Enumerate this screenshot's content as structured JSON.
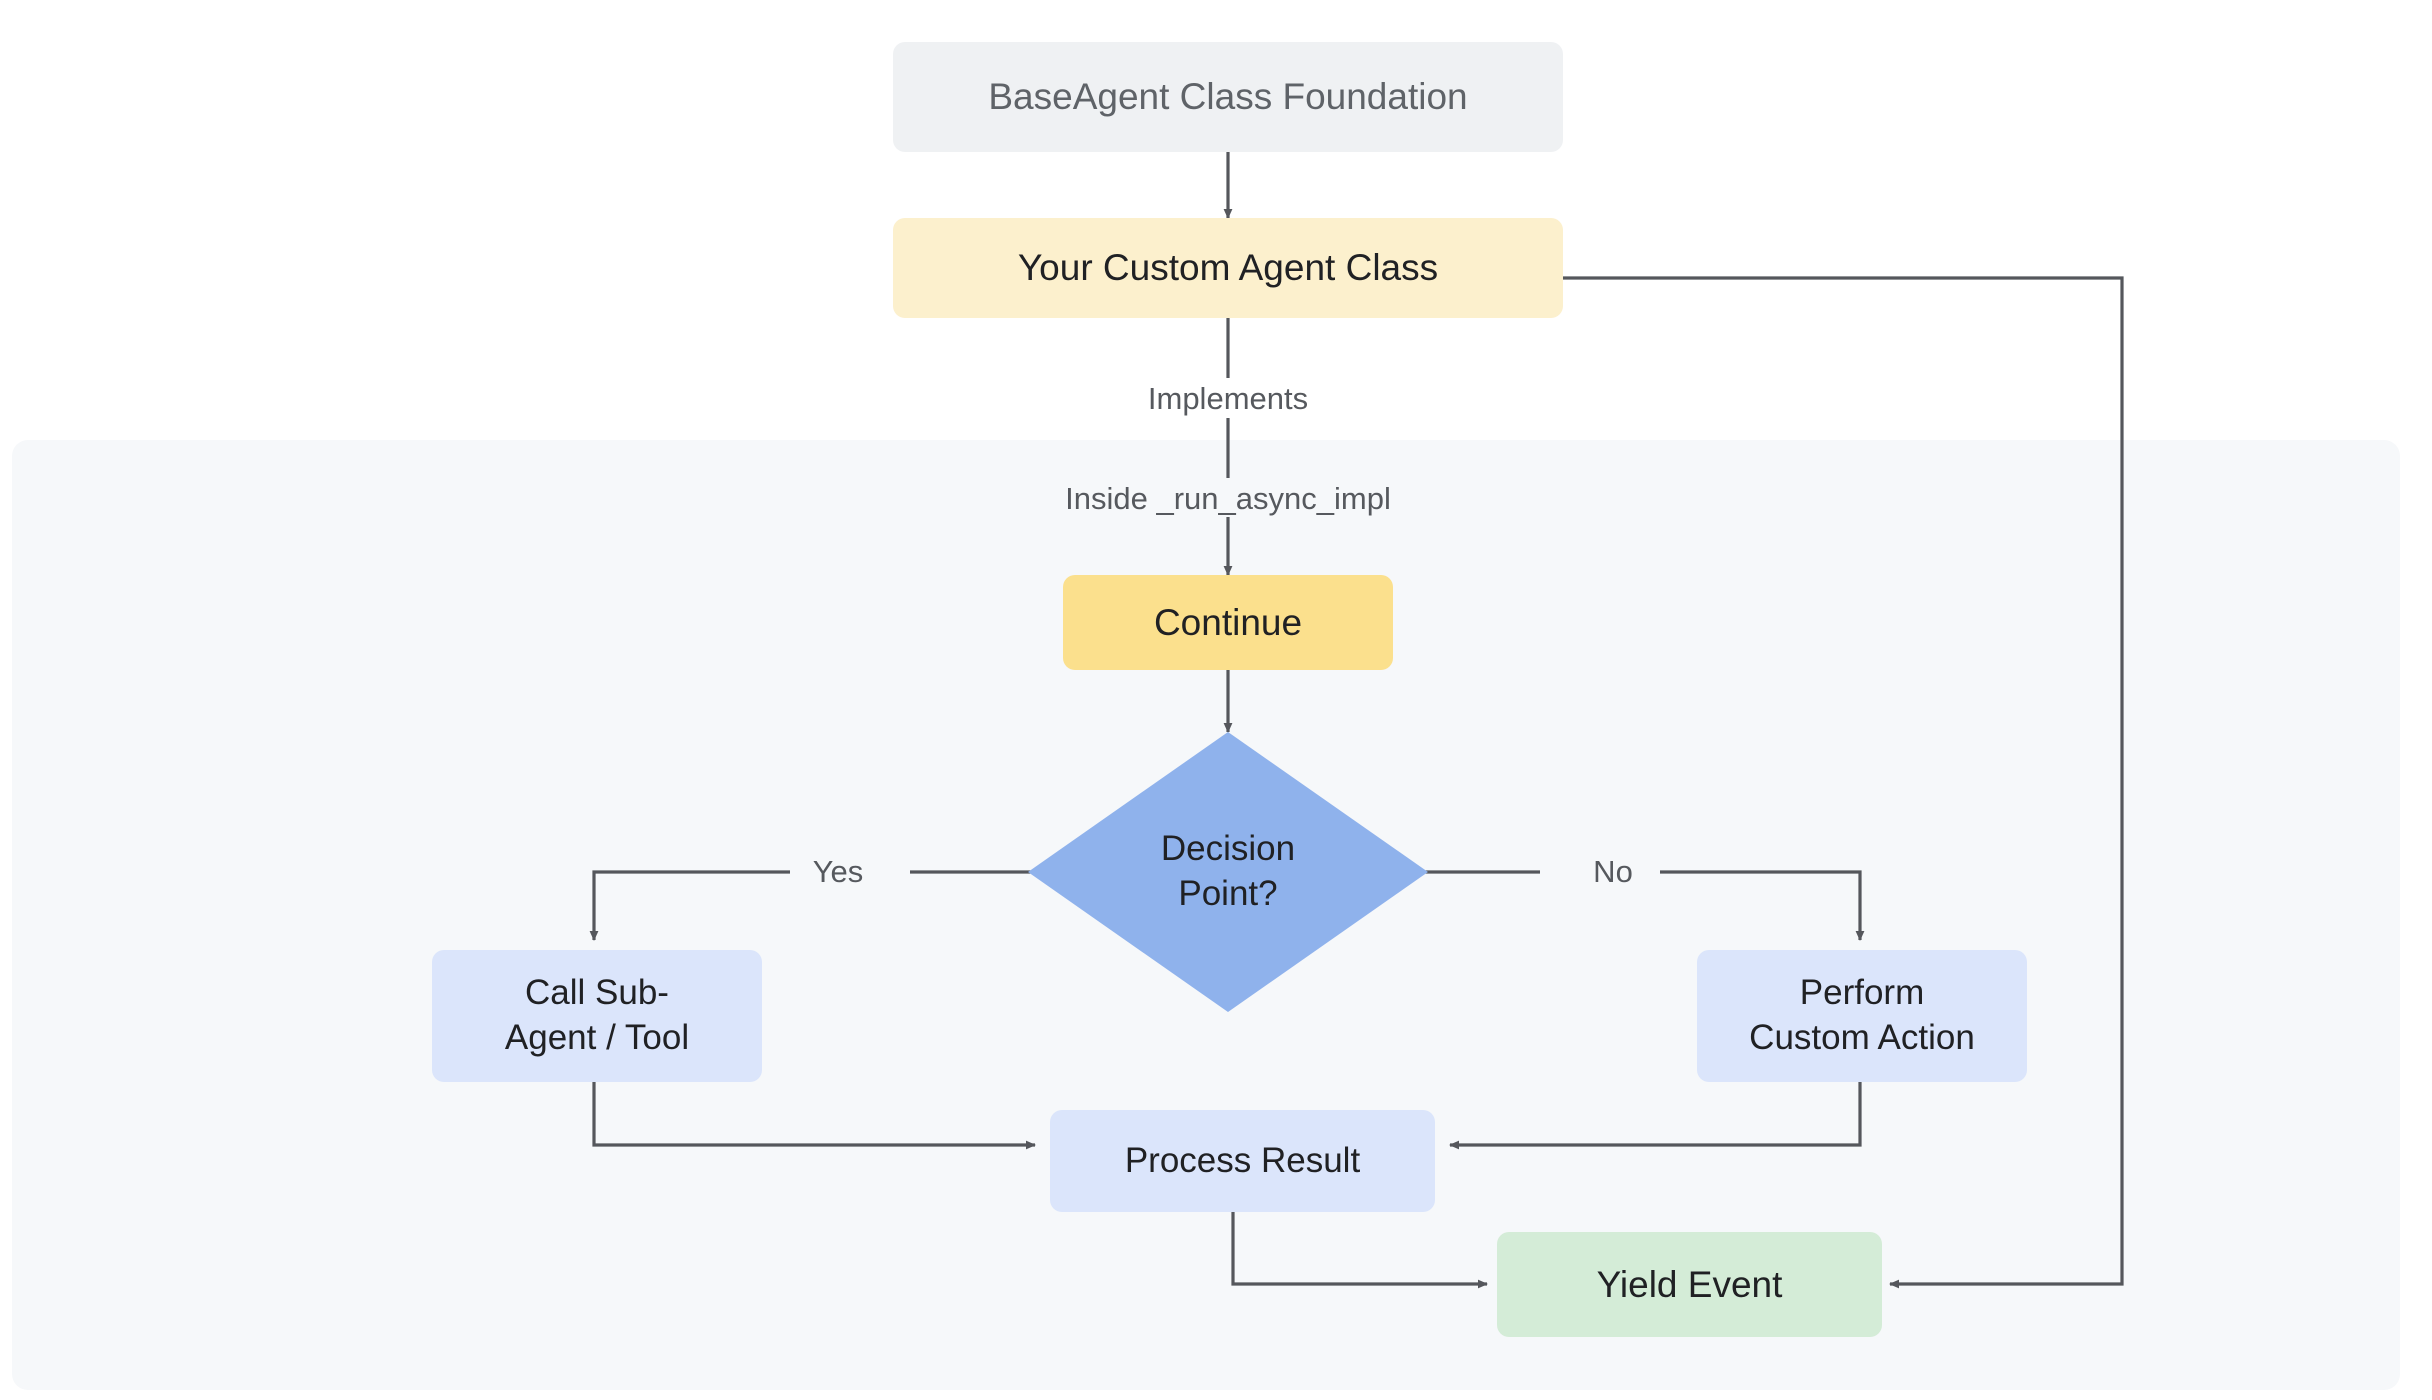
{
  "diagram": {
    "type": "flowchart",
    "direction": "top-down",
    "background": "#ffffff",
    "subgraph": {
      "name": "run-async-impl-scope",
      "fill": "#f6f8fa"
    },
    "colors": {
      "base_fill": "#eff1f3",
      "base_text": "#5f6368",
      "custom_fill": "#fcf0cd",
      "continue_fill": "#fbe08d",
      "decision_fill": "#8fb2ec",
      "action_fill": "#dbe5fb",
      "yield_fill": "#d4ecd7",
      "edge_stroke": "#55575c",
      "text": "#202124",
      "label_text": "#56595e"
    },
    "nodes": [
      {
        "id": "base",
        "label": "BaseAgent Class Foundation",
        "shape": "rounded-rect"
      },
      {
        "id": "custom",
        "label": "Your Custom Agent Class",
        "shape": "rounded-rect"
      },
      {
        "id": "continue",
        "label": "Continue",
        "shape": "rounded-rect"
      },
      {
        "id": "decision",
        "label": "Decision\nPoint?",
        "shape": "diamond"
      },
      {
        "id": "subagent",
        "label": "Call Sub-\nAgent / Tool",
        "shape": "rounded-rect"
      },
      {
        "id": "custact",
        "label": "Perform\nCustom Action",
        "shape": "rounded-rect"
      },
      {
        "id": "process",
        "label": "Process Result",
        "shape": "rounded-rect"
      },
      {
        "id": "yield",
        "label": "Yield Event",
        "shape": "rounded-rect"
      }
    ],
    "edges": [
      {
        "from": "base",
        "to": "custom",
        "label": ""
      },
      {
        "from": "custom",
        "to": "continue",
        "label": "Implements"
      },
      {
        "from": "custom",
        "to": "continue",
        "label": "Inside _run_async_impl"
      },
      {
        "from": "continue",
        "to": "decision",
        "label": ""
      },
      {
        "from": "decision",
        "to": "subagent",
        "label": "Yes"
      },
      {
        "from": "decision",
        "to": "custact",
        "label": "No"
      },
      {
        "from": "subagent",
        "to": "process",
        "label": ""
      },
      {
        "from": "custact",
        "to": "process",
        "label": ""
      },
      {
        "from": "process",
        "to": "yield",
        "label": ""
      },
      {
        "from": "custom",
        "to": "yield",
        "label": ""
      }
    ],
    "edge_labels": {
      "implements": "Implements",
      "inside_impl": "Inside _run_async_impl",
      "yes": "Yes",
      "no": "No"
    }
  }
}
